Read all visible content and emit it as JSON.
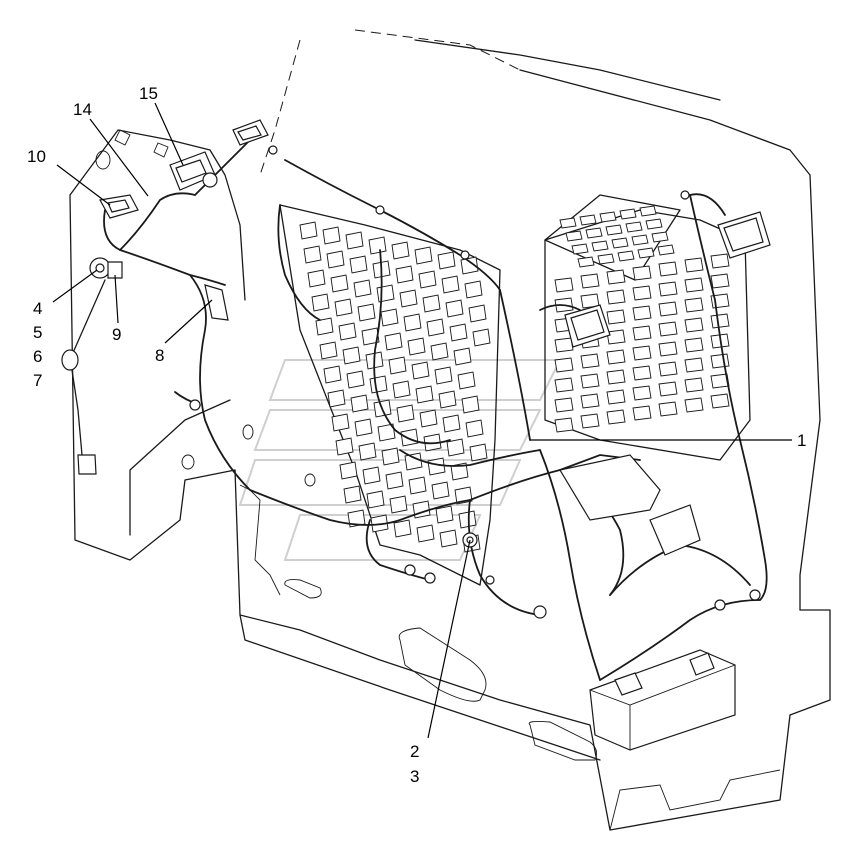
{
  "diagram": {
    "callouts": [
      {
        "id": "1",
        "text": "1"
      },
      {
        "id": "2",
        "text": "2"
      },
      {
        "id": "3",
        "text": "3"
      },
      {
        "id": "4",
        "text": "4"
      },
      {
        "id": "5",
        "text": "5"
      },
      {
        "id": "6",
        "text": "6"
      },
      {
        "id": "7",
        "text": "7"
      },
      {
        "id": "8",
        "text": "8"
      },
      {
        "id": "9",
        "text": "9"
      },
      {
        "id": "10",
        "text": "10"
      },
      {
        "id": "14",
        "text": "14"
      },
      {
        "id": "15",
        "text": "15"
      }
    ],
    "colors": {
      "line": "#1a1a1a",
      "background": "#ffffff",
      "watermark": "#cfcfcf"
    }
  }
}
